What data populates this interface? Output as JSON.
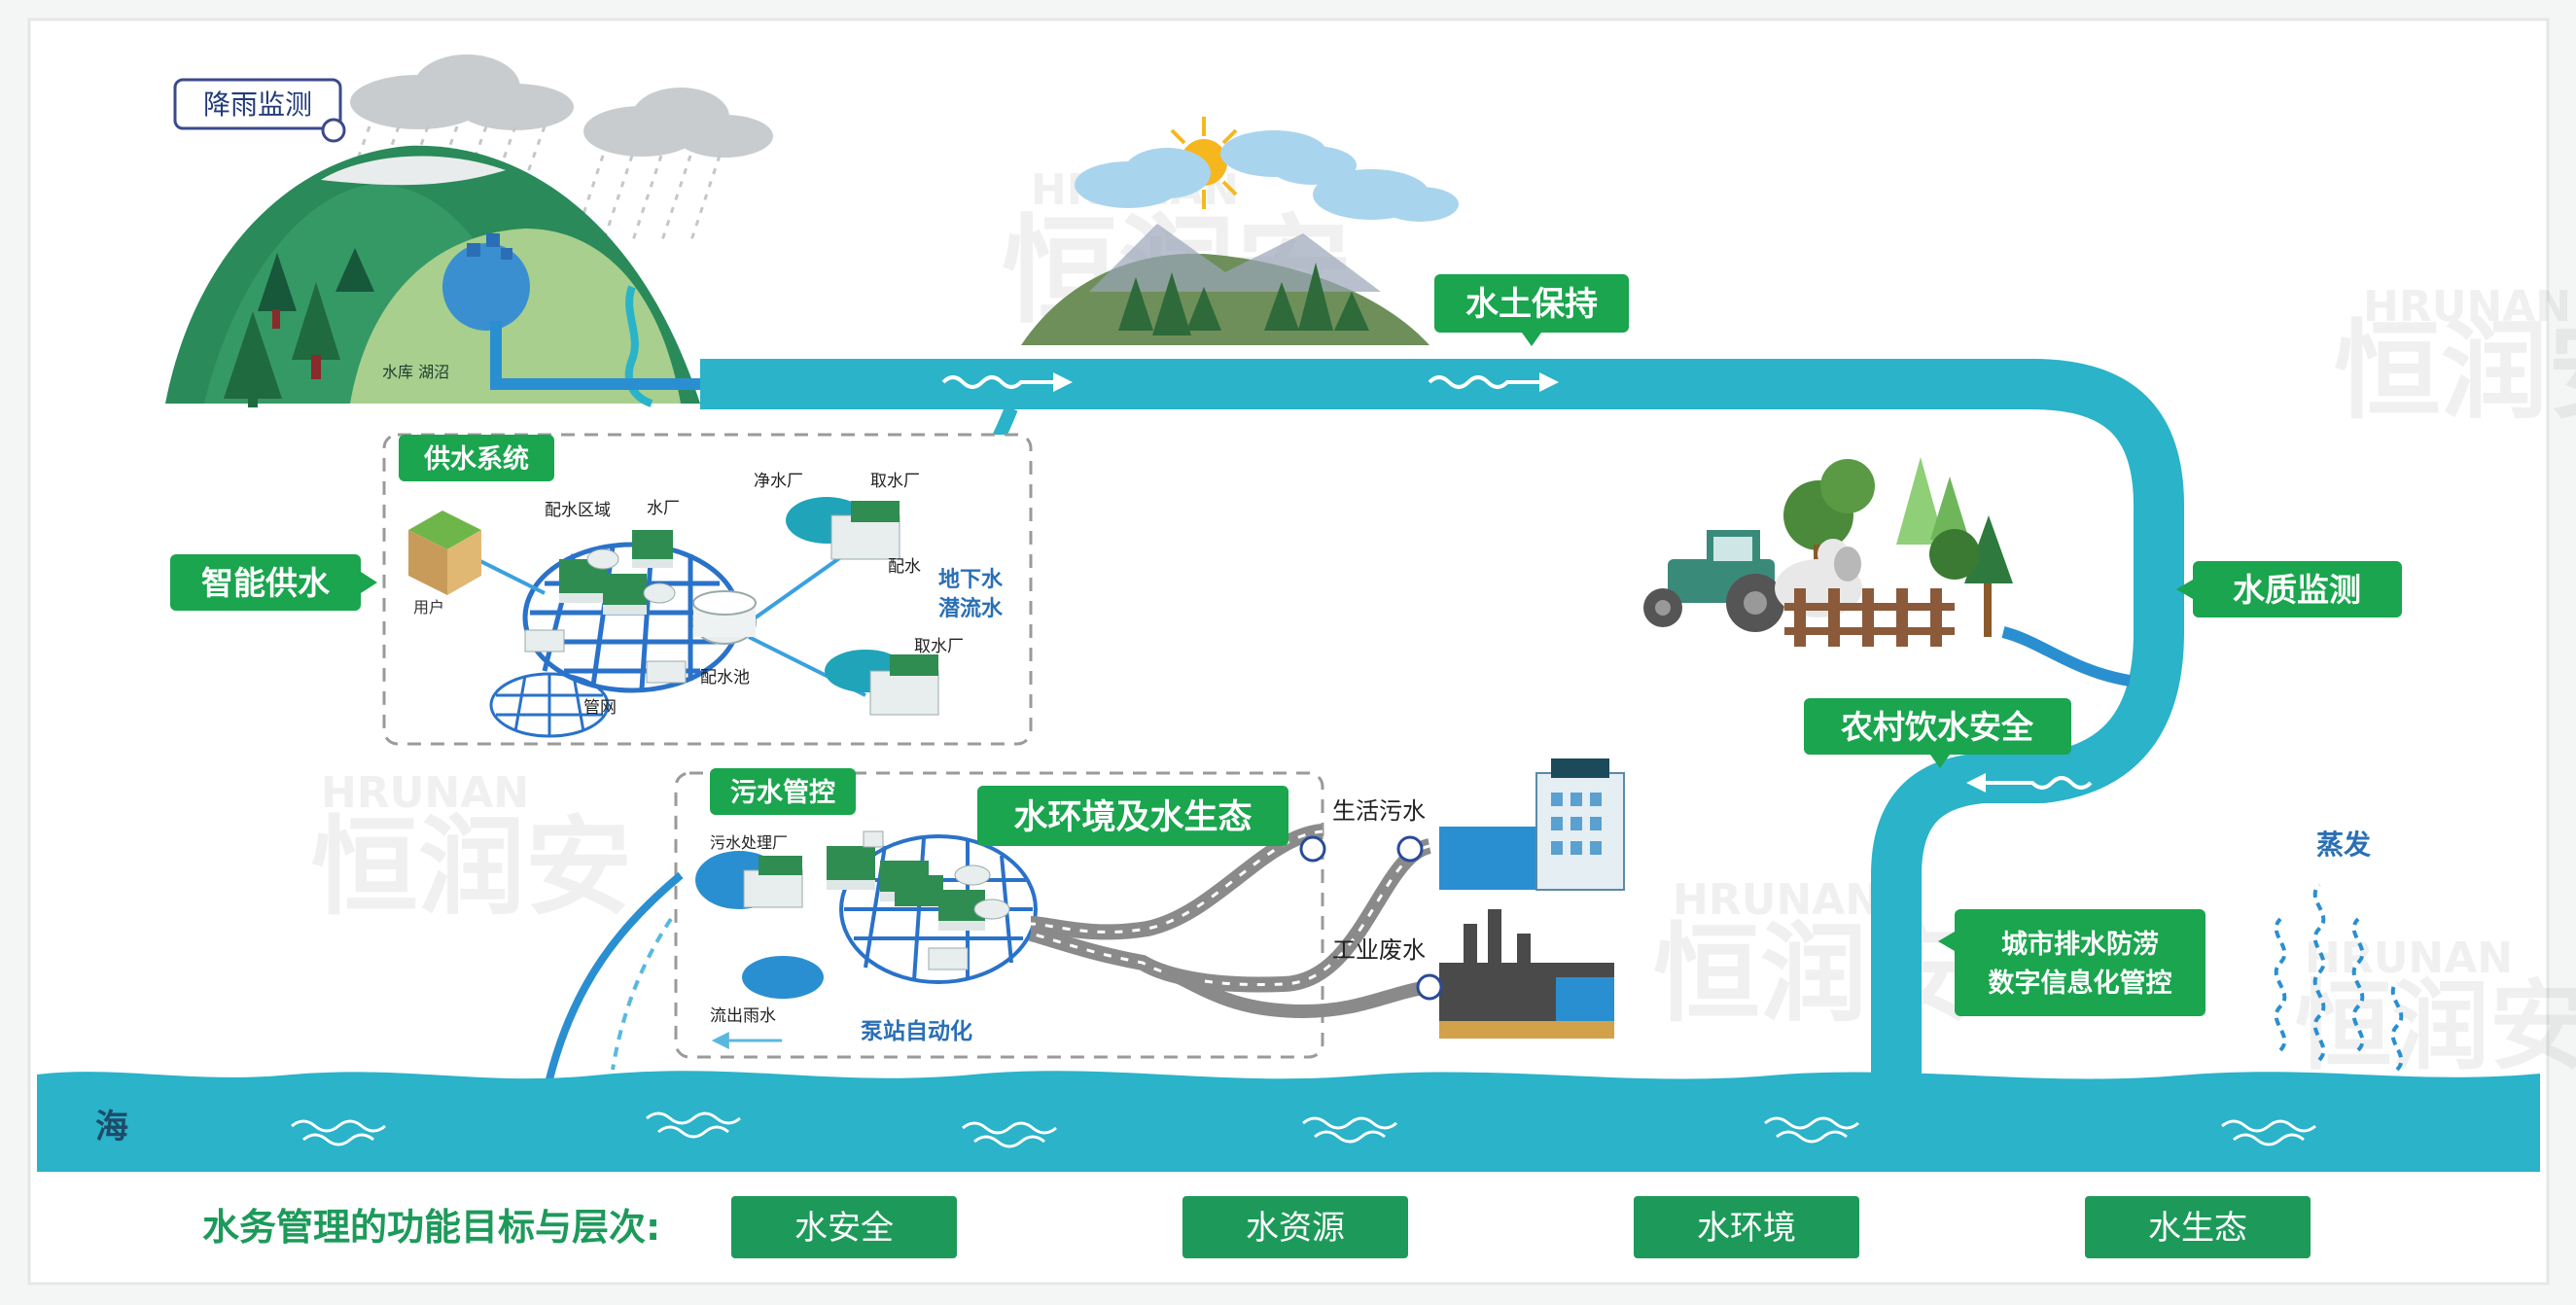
{
  "labels": {
    "rain_monitoring": "降雨监测",
    "reservoir": "水库 湖沼",
    "soil_conservation": "水土保持",
    "water_supply_system": "供水系统",
    "smart_water_supply": "智能供水",
    "distribution_area": "配水区域",
    "water_plant": "水厂",
    "purification_plant": "净水厂",
    "intake_plant_1": "取水厂",
    "intake_plant_2": "取水厂",
    "distribution_water": "配水",
    "groundwater": "地下水",
    "subsurface_flow": "潜流水",
    "user": "用户",
    "pipe_network": "管网",
    "distribution_pool": "配水池",
    "water_quality_monitoring": "水质监测",
    "rural_drinking_water": "农村饮水安全",
    "sewage_control": "污水管控",
    "sewage_plant": "污水处理厂",
    "water_env_ecology": "水环境及水生态",
    "domestic_sewage": "生活污水",
    "industrial_wastewater": "工业废水",
    "pump_automation": "泵站自动化",
    "stormwater_outflow": "流出雨水",
    "evaporation": "蒸发",
    "urban_drainage_line1": "城市排水防涝",
    "urban_drainage_line2": "数字信息化管控",
    "sea": "海"
  },
  "watermark": {
    "latin": "HRUNAN",
    "chinese": "恒润安"
  },
  "footer": {
    "title": "水务管理的功能目标与层次:",
    "goals": [
      "水安全",
      "水资源",
      "水环境",
      "水生态"
    ]
  },
  "colors": {
    "river": "#2ab3c9",
    "river_dark": "#1fa4ba",
    "label_green": "#1aa54e",
    "footer_green": "#1d9a5a",
    "mountain": "#2a8a5a",
    "blue_text": "#2a6fb5"
  }
}
